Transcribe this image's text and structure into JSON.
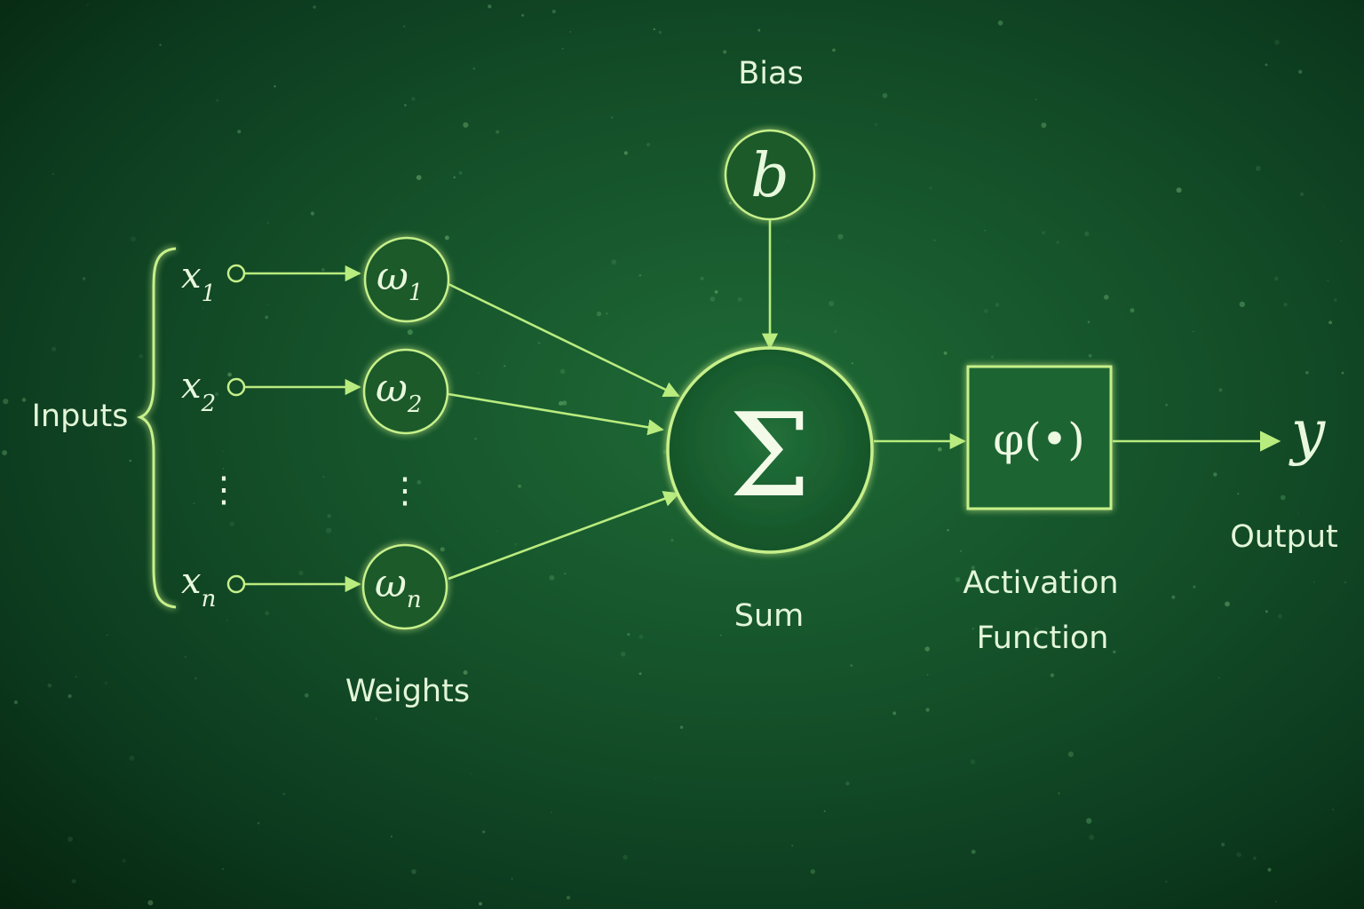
{
  "labels": {
    "bias": "Bias",
    "inputs": "Inputs",
    "weights": "Weights",
    "sum": "Sum",
    "activation_line1": "Activation",
    "activation_line2": "Function",
    "output": "Output"
  },
  "symbols": {
    "bias": "b",
    "sum": "Σ",
    "activation": "φ(•)",
    "output": "y",
    "ellipsis": "⋮"
  },
  "inputs": [
    {
      "base": "x",
      "sub": "1"
    },
    {
      "base": "x",
      "sub": "2"
    },
    {
      "base": "x",
      "sub": "n"
    }
  ],
  "weights": [
    {
      "base": "ω",
      "sub": "1"
    },
    {
      "base": "ω",
      "sub": "2"
    },
    {
      "base": "ω",
      "sub": "n"
    }
  ],
  "colors": {
    "line": "#b9ec7f",
    "node_stroke": "#c6f08a",
    "text": "#e3f6d8",
    "background": "#15522a"
  }
}
